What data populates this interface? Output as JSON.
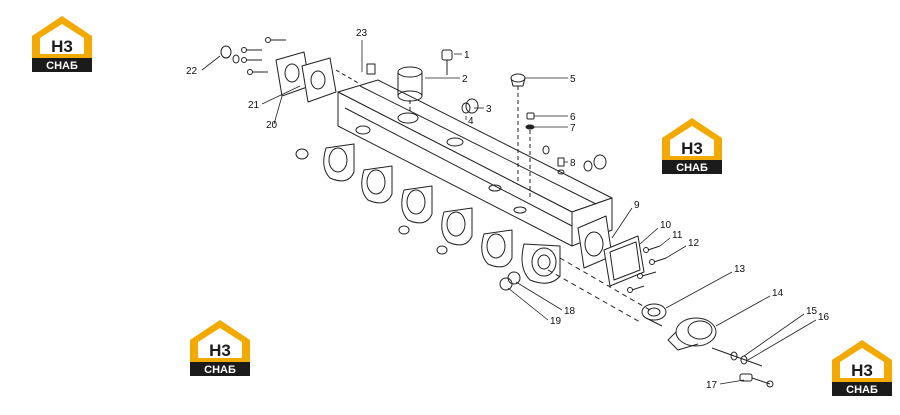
{
  "logo": {
    "mark": "H3",
    "wordmark": "СНАБ",
    "colors": {
      "gold": "#f2a900",
      "dark": "#1b1b1b",
      "light": "#ffffff"
    }
  },
  "callouts": [
    "1",
    "2",
    "3",
    "4",
    "5",
    "6",
    "7",
    "8",
    "9",
    "10",
    "11",
    "12",
    "13",
    "14",
    "15",
    "16",
    "17",
    "18",
    "19",
    "20",
    "21",
    "22",
    "23"
  ],
  "colors": {
    "line": "#222222",
    "paper": "#ffffff"
  }
}
